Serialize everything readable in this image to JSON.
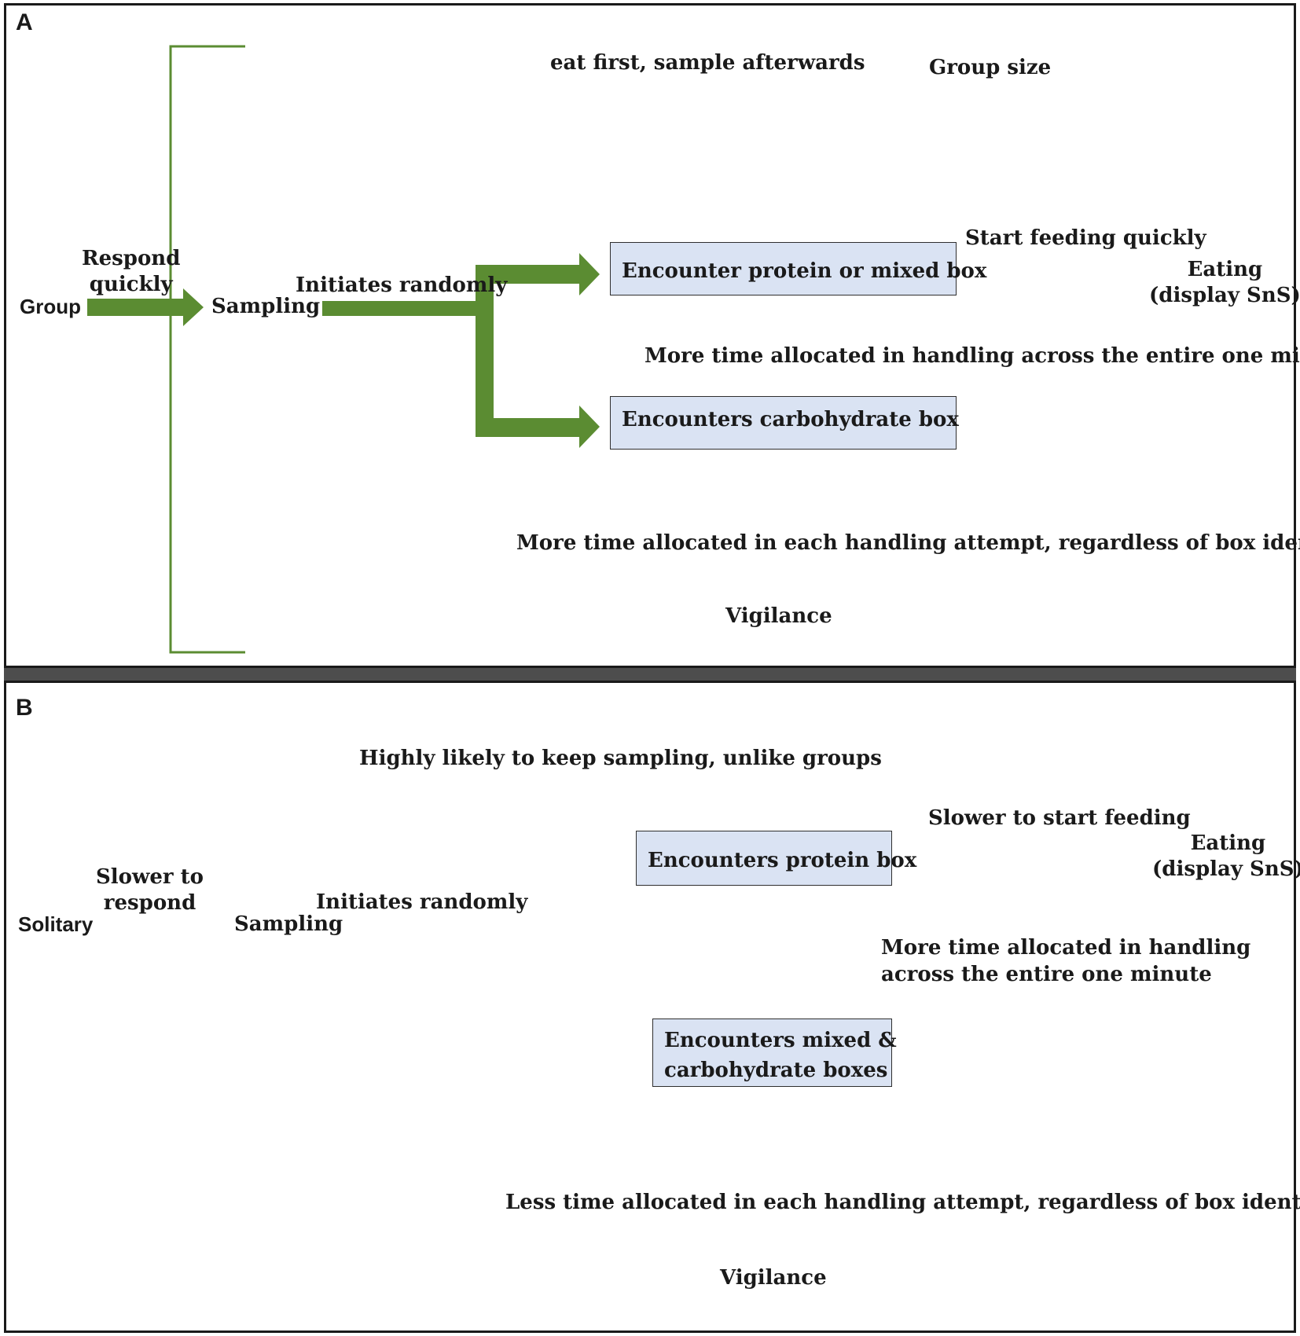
{
  "colors": {
    "green": "#5b8c32",
    "dark_green_dashed": "#1f5a1f",
    "light_green_dashed": "#5e8a3a",
    "blue": "#365f91",
    "maroon": "#8b3a44",
    "box_fill": "#dae3f3"
  },
  "panel_a": {
    "label": "A",
    "group": "Group",
    "respond_quickly": "Respond\nquickly",
    "sampling": "Sampling",
    "initiates_randomly": "Initiates randomly",
    "box_protein_mixed": "Encounter protein or mixed box",
    "box_carbohydrate": "Encounters carbohydrate box",
    "start_feeding": "Start feeding quickly",
    "eating": "Eating\n(display SnS)",
    "eat_first": "eat first, sample afterwards",
    "group_size": "Group size",
    "more_time_minute": "More time allocated in handling across the entire one minute",
    "more_time_attempt": "More time allocated in each handling attempt, regardless of box identity",
    "vigilance": "Vigilance"
  },
  "panel_b": {
    "label": "B",
    "solitary": "Solitary",
    "slower_respond": "Slower to\nrespond",
    "sampling": "Sampling",
    "initiates_randomly": "Initiates randomly",
    "keep_sampling": "Highly likely to keep sampling, unlike groups",
    "box_protein": "Encounters protein box",
    "box_mixed_carb": "Encounters mixed &\ncarbohydrate boxes",
    "slower_feeding": "Slower to start feeding",
    "eating": "Eating\n(display SnS)",
    "more_time_minute": "More time allocated in handling\nacross the entire one minute",
    "less_time_attempt": "Less time allocated in each handling attempt, regardless of box identity",
    "vigilance": "Vigilance"
  }
}
